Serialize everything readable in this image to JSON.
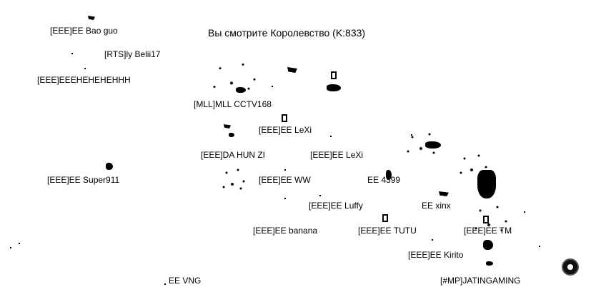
{
  "map": {
    "title": "Вы смотрите Королевство (K:833)"
  },
  "players": [
    {
      "id": "p1",
      "label": "[EEE]EE Bao guo"
    },
    {
      "id": "p2",
      "label": "[RTS]ly Belii17"
    },
    {
      "id": "p3",
      "label": "[EEE]EEEHEHEHEHHH"
    },
    {
      "id": "p4",
      "label": "[MLL]MLL CCTV168"
    },
    {
      "id": "p5",
      "label": "[EEE]EE  LeXi"
    },
    {
      "id": "p6",
      "label": "[EEE]DA HUN ZI"
    },
    {
      "id": "p7",
      "label": "[EEE]EE LeXi"
    },
    {
      "id": "p8",
      "label": "[EEE]EE Super911"
    },
    {
      "id": "p9",
      "label": "[EEE]EE  WW"
    },
    {
      "id": "p10",
      "label": "EE   4399"
    },
    {
      "id": "p11",
      "label": "[EEE]EE Luffy"
    },
    {
      "id": "p12",
      "label": "EE xinx"
    },
    {
      "id": "p13",
      "label": "[EEE]EE banana"
    },
    {
      "id": "p14",
      "label": "[EEE]EE TUTU"
    },
    {
      "id": "p15",
      "label": "[EEE]EE TM"
    },
    {
      "id": "p16",
      "label": "[EEE]EE Kirito"
    },
    {
      "id": "p17",
      "label": "EE VNG"
    },
    {
      "id": "p18",
      "label": "[#MP]JATINGAMING"
    }
  ],
  "icons": {
    "corner_button": "avatar-icon"
  }
}
